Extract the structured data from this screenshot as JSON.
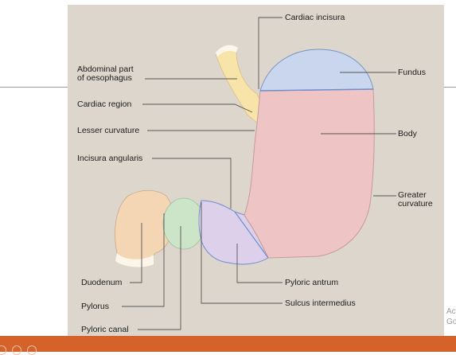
{
  "figure": {
    "labels": {
      "cardiac_incisura": "Cardiac incisura",
      "abdominal_oesophagus_line1": "Abdominal part",
      "abdominal_oesophagus_line2": "of oesophagus",
      "fundus": "Fundus",
      "cardiac_region": "Cardiac region",
      "lesser_curvature": "Lesser curvature",
      "body": "Body",
      "incisura_angularis": "Incisura angularis",
      "greater_curvature_line1": "Greater",
      "greater_curvature_line2": "curvature",
      "duodenum": "Duodenum",
      "pyloric_antrum": "Pyloric antrum",
      "pylorus": "Pylorus",
      "sulcus_intermedius": "Sulcus intermedius",
      "pyloric_canal": "Pyloric canal"
    },
    "colors": {
      "background": "#dcd6cc",
      "oesophagus": "#f8e4a8",
      "fundus": "#c9d6ee",
      "body": "#eec4c4",
      "antrum": "#dcd0ea",
      "pyloric_canal": "#cce4c8",
      "duodenum": "#f4d6b4",
      "leader_line": "#555555"
    }
  },
  "side_text": {
    "line1": "Ac",
    "line2": "Go"
  }
}
